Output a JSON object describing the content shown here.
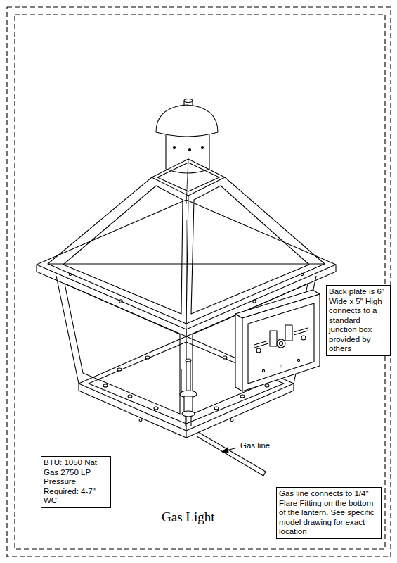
{
  "diagram": {
    "title": "Gas Light",
    "nodes": [
      {
        "text": [
          "Back plate is 6\" Wide x 5\" High connects to a standard junction box provided by others"
        ]
      },
      {
        "text": [
          "BTU: 1050 Nat Gas 2750 LP Pressure Required: 4-7\" WC"
        ]
      },
      {
        "text": [
          "Gas line connects to 1/4\" Flare Fitting on the bottom of the lantern. See specific model drawing for exact location"
        ]
      }
    ],
    "labels": [
      "Gas line"
    ]
  }
}
